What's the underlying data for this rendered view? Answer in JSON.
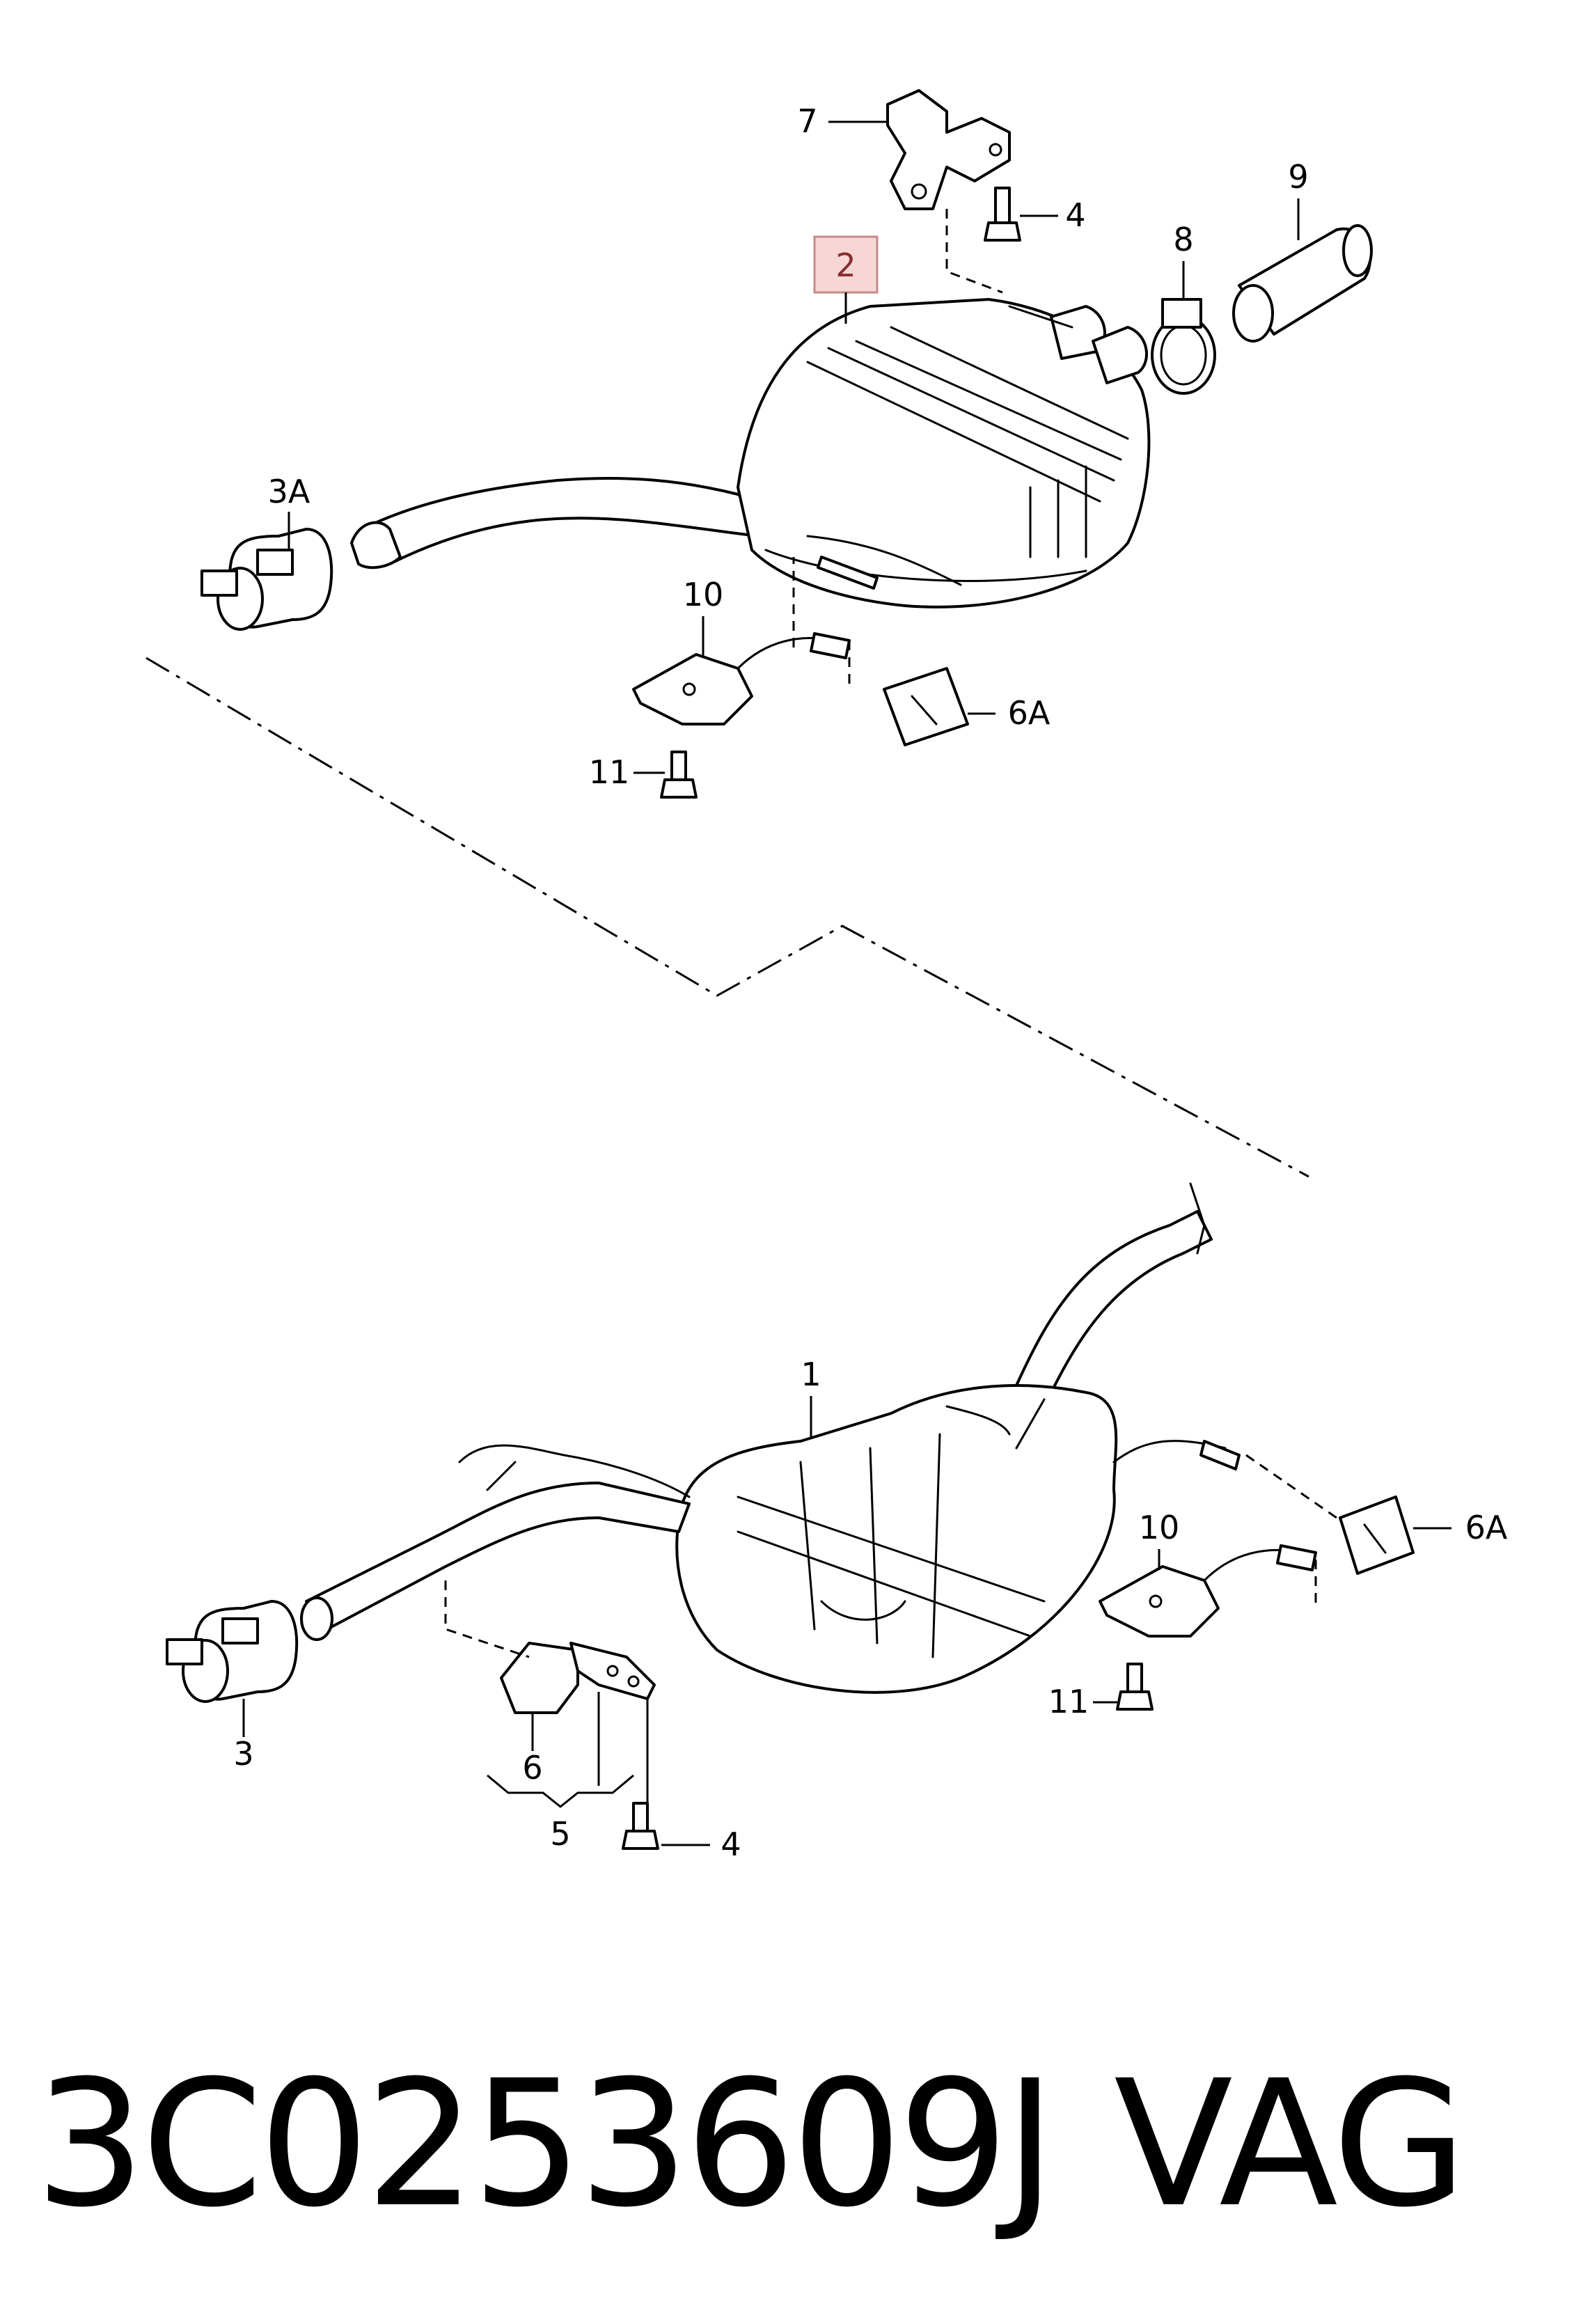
{
  "callouts": {
    "c1": "1",
    "c2": "2",
    "c3": "3",
    "c3a": "3A",
    "c4_top": "4",
    "c4_bottom": "4",
    "c5": "5",
    "c6": "6",
    "c6a_top": "6A",
    "c6a_bottom": "6A",
    "c7": "7",
    "c8": "8",
    "c9": "9",
    "c10_top": "10",
    "c10_bottom": "10",
    "c11_top": "11",
    "c11_bottom": "11"
  },
  "highlight_color": "#f7d6d6",
  "footer": {
    "part_number": "3C0253609J",
    "brand": "VAG"
  }
}
